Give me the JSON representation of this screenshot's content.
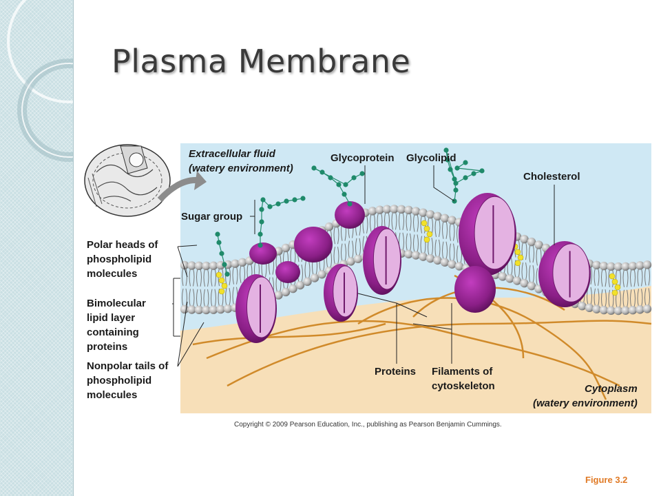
{
  "slide": {
    "title": "Plasma Membrane",
    "figure_ref": "Figure 3.2"
  },
  "diagram": {
    "colors": {
      "extracellular": "#cfe8f4",
      "cytoplasm": "#f7dfb8",
      "lipid_head": "#bdbdbd",
      "protein_purple": "#8a1f86",
      "protein_pink": "#e4b2e2",
      "cholesterol": "#f2e12a",
      "sugar": "#1f8a6a",
      "filament": "#d08a2a"
    },
    "labels": {
      "extracellular": "Extracellular fluid\n(watery environment)",
      "glycoprotein": "Glycoprotein",
      "glycolipid": "Glycolipid",
      "cholesterol": "Cholesterol",
      "sugar_group": "Sugar group",
      "polar_heads": "Polar heads of\nphospholipid\nmolecules",
      "bilayer": "Bimolecular\nlipid layer\ncontaining\nproteins",
      "nonpolar_tails": "Nonpolar tails of\nphospholipid\nmolecules",
      "proteins": "Proteins",
      "filaments": "Filaments of\ncytoskeleton",
      "cytoplasm": "Cytoplasm\n(watery environment)"
    },
    "copyright": "Copyright © 2009 Pearson Education, Inc., publishing as Pearson Benjamin Cummings."
  }
}
